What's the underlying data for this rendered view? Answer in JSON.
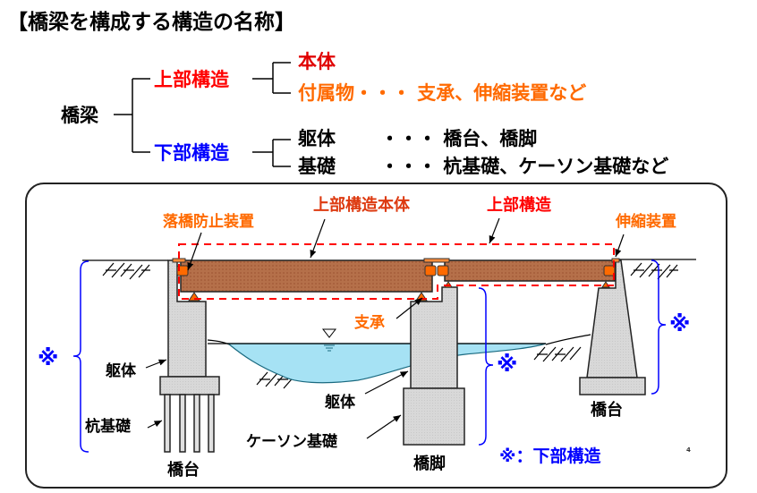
{
  "title": "【橋梁を構成する構造の名称】",
  "tree": {
    "root": "橋梁",
    "upper": {
      "label": "上部構造",
      "children": [
        "本体",
        "付属物・・・ 支承、伸縮装置など"
      ]
    },
    "lower": {
      "label": "下部構造",
      "rows": [
        {
          "name": "躯体",
          "detail": "・・・ 橋台、橋脚"
        },
        {
          "name": "基礎",
          "detail": "・・・ 杭基礎、ケーソン基礎など"
        }
      ]
    }
  },
  "diagram": {
    "labels": {
      "fall_prevention": "落橋防止装置",
      "superstructure_body": "上部構造本体",
      "superstructure": "上部構造",
      "expansion_joint": "伸縮装置",
      "bearing": "支承",
      "body_left": "躯体",
      "pile_foundation": "杭基礎",
      "abutment_left": "橋台",
      "body_pier": "躯体",
      "caisson": "ケーソン基礎",
      "pier": "橋脚",
      "abutment_right": "橋台",
      "mark": "※",
      "legend": "※：下部構造",
      "page_number": "4"
    }
  },
  "colors": {
    "red": "#ff0000",
    "blue": "#0000ff",
    "orange": "#ff6a00",
    "girder": "#b5704a",
    "concrete": "#d6d6d6",
    "water": "#a6e2f4"
  }
}
